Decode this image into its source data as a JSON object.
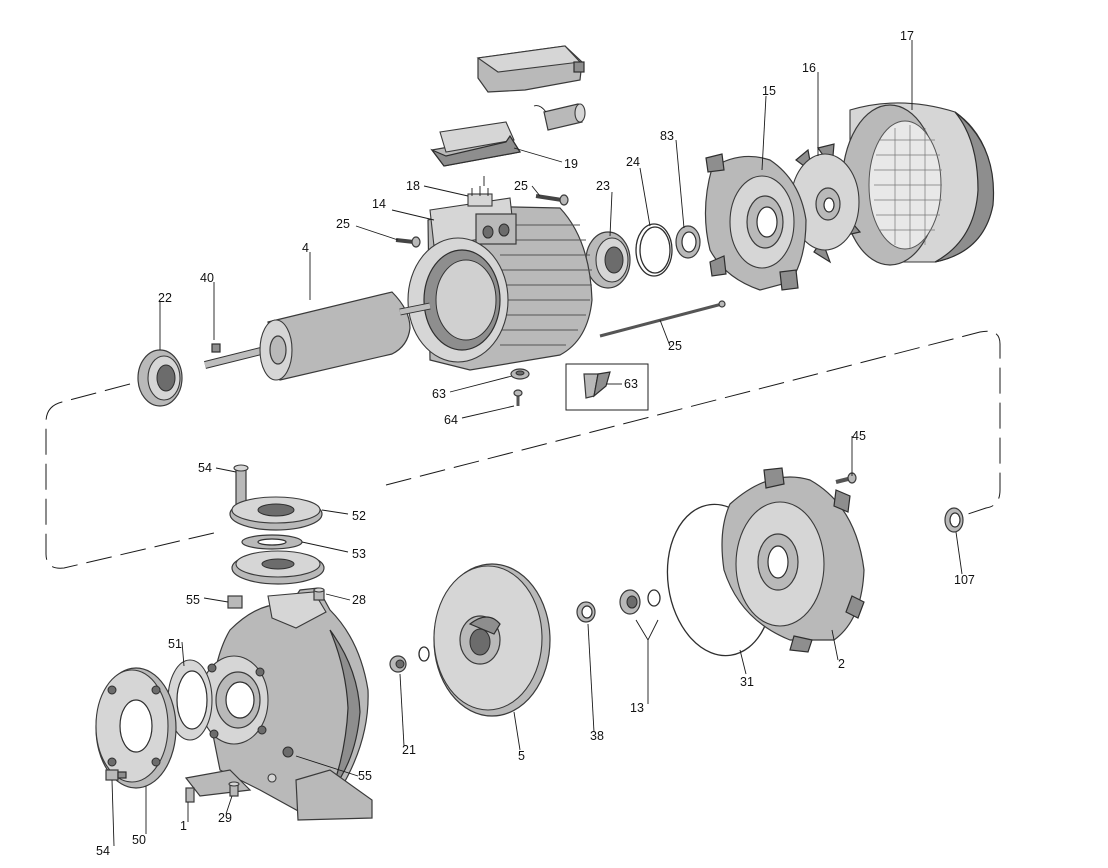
{
  "callouts": [
    {
      "id": "17",
      "label": "17"
    },
    {
      "id": "16",
      "label": "16"
    },
    {
      "id": "15",
      "label": "15"
    },
    {
      "id": "83",
      "label": "83"
    },
    {
      "id": "24",
      "label": "24"
    },
    {
      "id": "23",
      "label": "23"
    },
    {
      "id": "19",
      "label": "19"
    },
    {
      "id": "18",
      "label": "18"
    },
    {
      "id": "25a",
      "label": "25"
    },
    {
      "id": "14",
      "label": "14"
    },
    {
      "id": "25b",
      "label": "25"
    },
    {
      "id": "4",
      "label": "4"
    },
    {
      "id": "40",
      "label": "40"
    },
    {
      "id": "22",
      "label": "22"
    },
    {
      "id": "25c",
      "label": "25"
    },
    {
      "id": "63a",
      "label": "63"
    },
    {
      "id": "63b",
      "label": "63"
    },
    {
      "id": "64",
      "label": "64"
    },
    {
      "id": "45",
      "label": "45"
    },
    {
      "id": "54a",
      "label": "54"
    },
    {
      "id": "52",
      "label": "52"
    },
    {
      "id": "53",
      "label": "53"
    },
    {
      "id": "55a",
      "label": "55"
    },
    {
      "id": "28",
      "label": "28"
    },
    {
      "id": "107",
      "label": "107"
    },
    {
      "id": "51",
      "label": "51"
    },
    {
      "id": "2",
      "label": "2"
    },
    {
      "id": "31",
      "label": "31"
    },
    {
      "id": "13",
      "label": "13"
    },
    {
      "id": "38",
      "label": "38"
    },
    {
      "id": "5",
      "label": "5"
    },
    {
      "id": "21",
      "label": "21"
    },
    {
      "id": "55b",
      "label": "55"
    },
    {
      "id": "1",
      "label": "1"
    },
    {
      "id": "29",
      "label": "29"
    },
    {
      "id": "50",
      "label": "50"
    },
    {
      "id": "54b",
      "label": "54"
    }
  ]
}
